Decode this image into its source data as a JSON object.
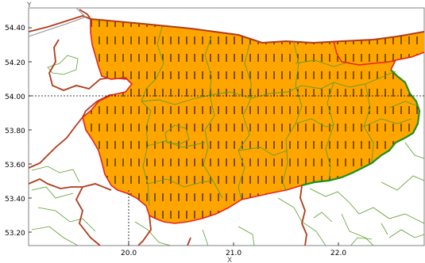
{
  "axes": {
    "y_name": "Y",
    "x_name": "X",
    "y_ticks": [
      "54.40",
      "54.20",
      "54.00",
      "53.80",
      "53.60",
      "53.40",
      "53.20"
    ],
    "x_ticks": [
      "20.0",
      "21.0",
      "22.0"
    ]
  },
  "colors": {
    "region_fill": "#FFA500",
    "region_border_red": "#E8231B",
    "region_border_green": "#1E8E1E",
    "boundary_dark_red": "#B23A1A",
    "district_green": "#5A9E2A",
    "frame": "#808080",
    "crosshair": "#000000"
  },
  "map": {
    "hatch": "vertical-dash",
    "crosshair": {
      "lon": 20.0,
      "lat": 54.0
    }
  }
}
